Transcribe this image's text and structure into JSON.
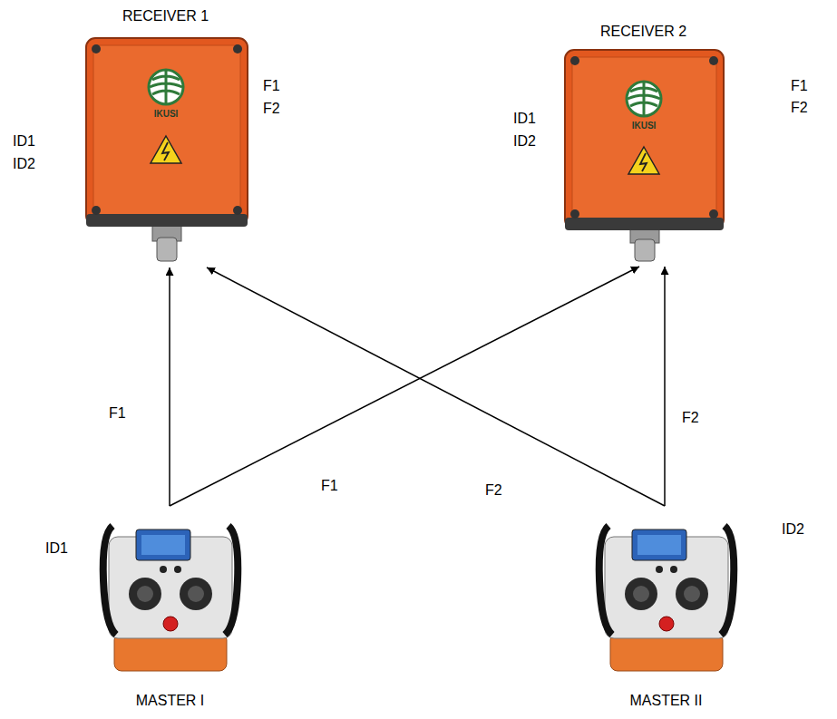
{
  "diagram": {
    "nodes": [
      {
        "text": [
          "RECEIVER 1"
        ]
      },
      {
        "text": [
          "RECEIVER 2"
        ]
      },
      {
        "text": [
          "MASTER I"
        ]
      },
      {
        "text": [
          "MASTER II"
        ]
      }
    ],
    "edges": [
      {
        "from": 2,
        "to": 0,
        "arrow": "to",
        "label": "F1"
      },
      {
        "from": 2,
        "to": 1,
        "arrow": "to",
        "label": "F1"
      },
      {
        "from": 3,
        "to": 0,
        "arrow": "to",
        "label": "F2"
      },
      {
        "from": 3,
        "to": 1,
        "arrow": "to",
        "label": "F2"
      }
    ],
    "labels": [
      "F1",
      "F2",
      "ID1",
      "ID2",
      "IKUSI",
      "F1",
      "F2",
      "ID1",
      "ID2",
      "IKUSI",
      "ID1",
      "ID2"
    ]
  }
}
